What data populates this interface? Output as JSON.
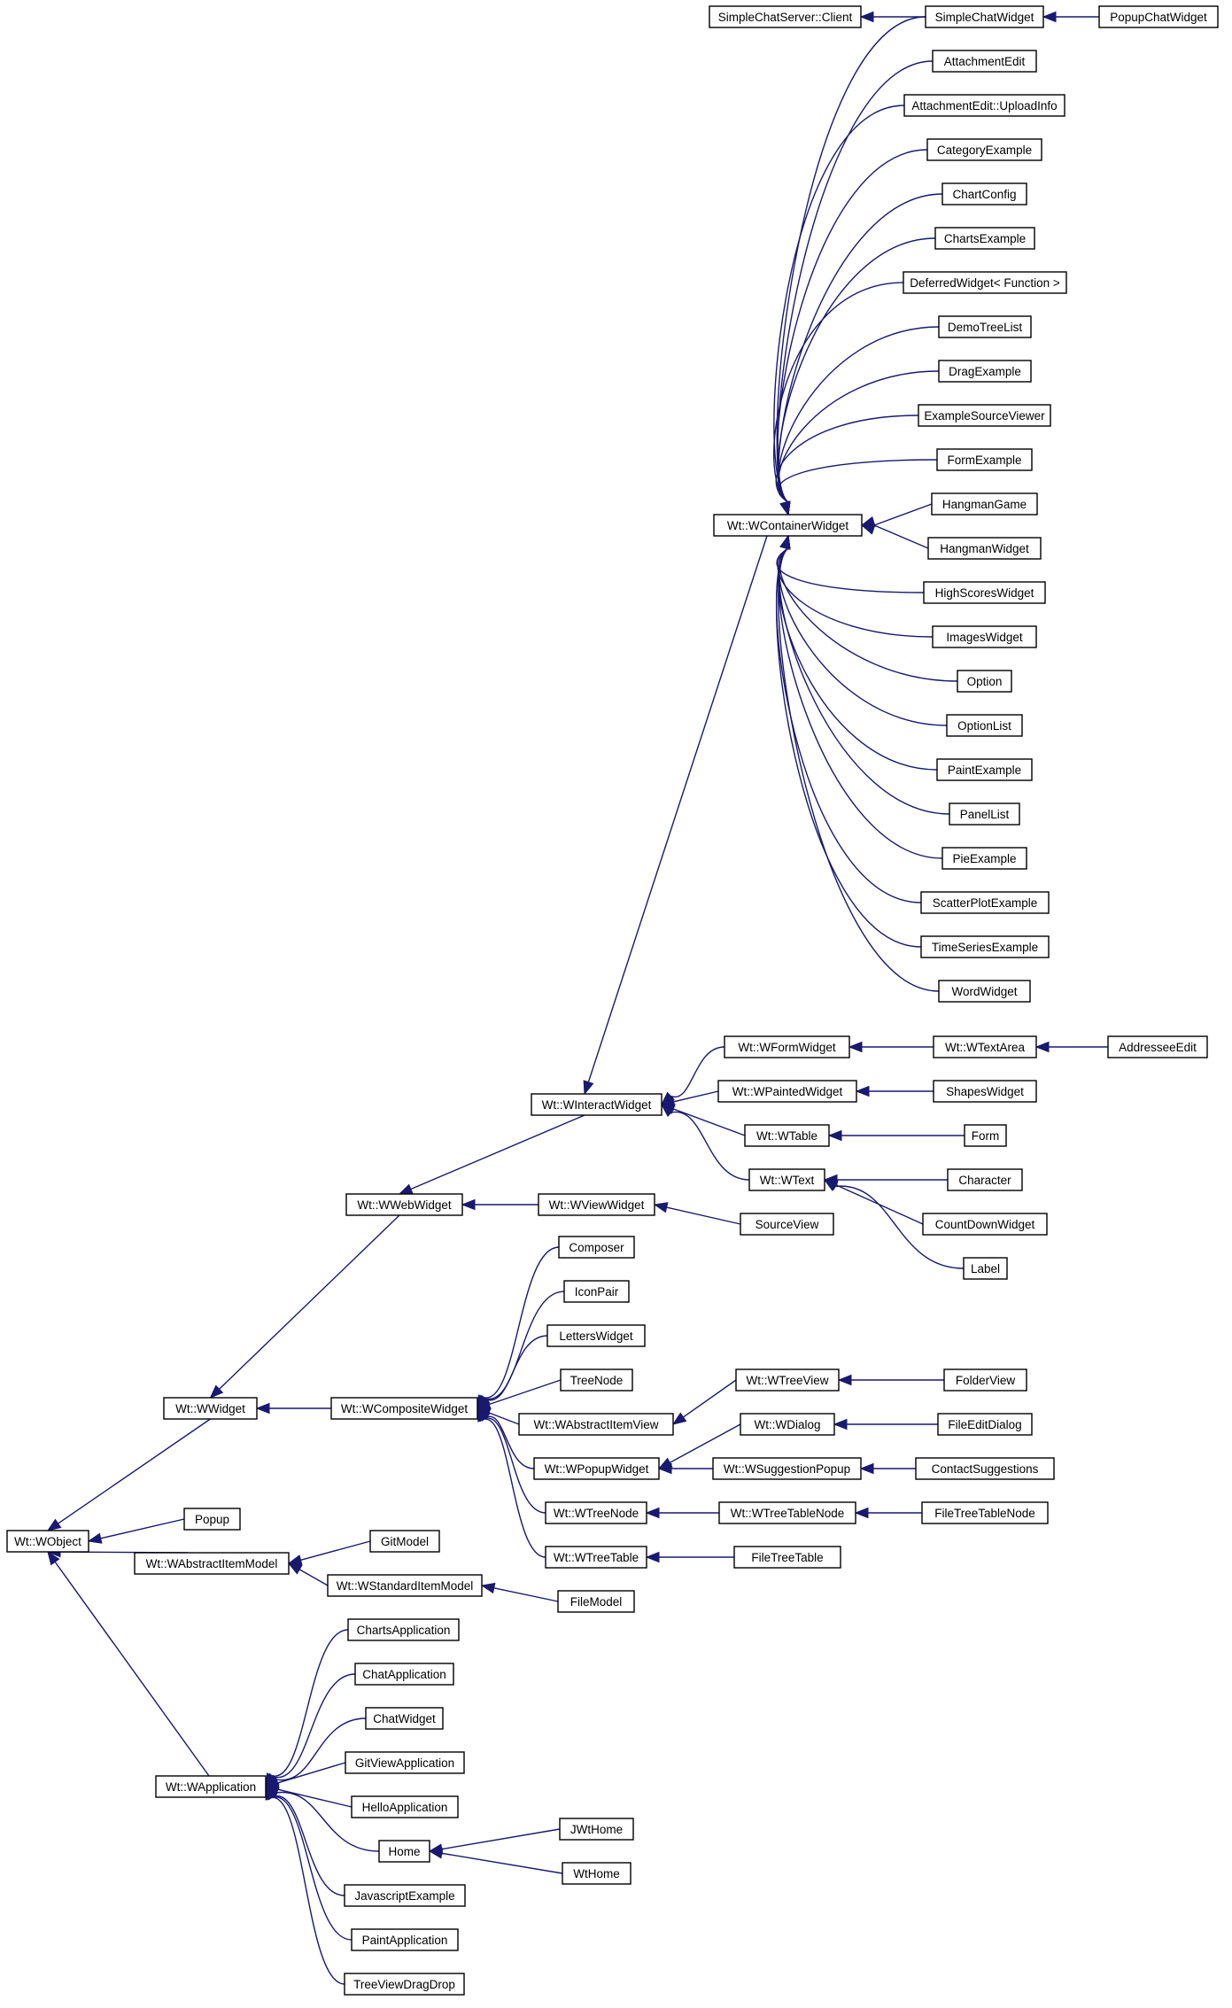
{
  "diagram": {
    "type": "class inheritance graph",
    "colors": {
      "edge": "#191970",
      "node_border": "#000000",
      "node_fill": "#ffffff",
      "text": "#000000"
    },
    "nodes": [
      {
        "id": "wobject",
        "label": "Wt::WObject"
      },
      {
        "id": "wwidget",
        "label": "Wt::WWidget"
      },
      {
        "id": "popup",
        "label": "Popup"
      },
      {
        "id": "wabstractitemmodel",
        "label": "Wt::WAbstractItemModel"
      },
      {
        "id": "wapplication",
        "label": "Wt::WApplication"
      },
      {
        "id": "wwebwidget",
        "label": "Wt::WWebWidget"
      },
      {
        "id": "wcompositewidget",
        "label": "Wt::WCompositeWidget"
      },
      {
        "id": "gitmodel",
        "label": "GitModel"
      },
      {
        "id": "wstandarditemmodel",
        "label": "Wt::WStandardItemModel"
      },
      {
        "id": "chartsapplication",
        "label": "ChartsApplication"
      },
      {
        "id": "chatapplication",
        "label": "ChatApplication"
      },
      {
        "id": "chatwidget",
        "label": "ChatWidget"
      },
      {
        "id": "gitviewapplication",
        "label": "GitViewApplication"
      },
      {
        "id": "helloapplication",
        "label": "HelloApplication"
      },
      {
        "id": "home",
        "label": "Home"
      },
      {
        "id": "javascriptexample",
        "label": "JavascriptExample"
      },
      {
        "id": "paintapplication",
        "label": "PaintApplication"
      },
      {
        "id": "treeviewdragdrop",
        "label": "TreeViewDragDrop"
      },
      {
        "id": "winteractwidget",
        "label": "Wt::WInteractWidget"
      },
      {
        "id": "wviewwidget",
        "label": "Wt::WViewWidget"
      },
      {
        "id": "composer",
        "label": "Composer"
      },
      {
        "id": "iconpair",
        "label": "IconPair"
      },
      {
        "id": "letterswidget",
        "label": "LettersWidget"
      },
      {
        "id": "treenode",
        "label": "TreeNode"
      },
      {
        "id": "wabstractitemview",
        "label": "Wt::WAbstractItemView"
      },
      {
        "id": "wpopupwidget",
        "label": "Wt::WPopupWidget"
      },
      {
        "id": "wtreenode",
        "label": "Wt::WTreeNode"
      },
      {
        "id": "wtreetable",
        "label": "Wt::WTreeTable"
      },
      {
        "id": "filemodel",
        "label": "FileModel"
      },
      {
        "id": "jwthome",
        "label": "JWtHome"
      },
      {
        "id": "wthome",
        "label": "WtHome"
      },
      {
        "id": "wcontainerwidget",
        "label": "Wt::WContainerWidget"
      },
      {
        "id": "wformwidget",
        "label": "Wt::WFormWidget"
      },
      {
        "id": "wpaintedwidget",
        "label": "Wt::WPaintedWidget"
      },
      {
        "id": "wtable",
        "label": "Wt::WTable"
      },
      {
        "id": "wtext",
        "label": "Wt::WText"
      },
      {
        "id": "sourceview",
        "label": "SourceView"
      },
      {
        "id": "wtreeview",
        "label": "Wt::WTreeView"
      },
      {
        "id": "wdialog",
        "label": "Wt::WDialog"
      },
      {
        "id": "wsuggestionpopup",
        "label": "Wt::WSuggestionPopup"
      },
      {
        "id": "wtreetablenode",
        "label": "Wt::WTreeTableNode"
      },
      {
        "id": "filetreetable",
        "label": "FileTreeTable"
      },
      {
        "id": "simplechatserverclient",
        "label": "SimpleChatServer::Client"
      },
      {
        "id": "simplechatwidget",
        "label": "SimpleChatWidget"
      },
      {
        "id": "attachmentedit",
        "label": "AttachmentEdit"
      },
      {
        "id": "attachmentedituploadinfo",
        "label": "AttachmentEdit::UploadInfo"
      },
      {
        "id": "categoryexample",
        "label": "CategoryExample"
      },
      {
        "id": "chartconfig",
        "label": "ChartConfig"
      },
      {
        "id": "chartsexample",
        "label": "ChartsExample"
      },
      {
        "id": "deferredwidget",
        "label": "DeferredWidget< Function >"
      },
      {
        "id": "demotreelist",
        "label": "DemoTreeList"
      },
      {
        "id": "dragexample",
        "label": "DragExample"
      },
      {
        "id": "examplesourceviewer",
        "label": "ExampleSourceViewer"
      },
      {
        "id": "formexample",
        "label": "FormExample"
      },
      {
        "id": "hangmangame",
        "label": "HangmanGame"
      },
      {
        "id": "hangmanwidget",
        "label": "HangmanWidget"
      },
      {
        "id": "highscoreswidget",
        "label": "HighScoresWidget"
      },
      {
        "id": "imageswidget",
        "label": "ImagesWidget"
      },
      {
        "id": "option",
        "label": "Option"
      },
      {
        "id": "optionlist",
        "label": "OptionList"
      },
      {
        "id": "paintexample",
        "label": "PaintExample"
      },
      {
        "id": "panellist",
        "label": "PanelList"
      },
      {
        "id": "pieexample",
        "label": "PieExample"
      },
      {
        "id": "scatterplotexample",
        "label": "ScatterPlotExample"
      },
      {
        "id": "timeseriesexample",
        "label": "TimeSeriesExample"
      },
      {
        "id": "wordwidget",
        "label": "WordWidget"
      },
      {
        "id": "wtextarea",
        "label": "Wt::WTextArea"
      },
      {
        "id": "shapeswidget",
        "label": "ShapesWidget"
      },
      {
        "id": "form",
        "label": "Form"
      },
      {
        "id": "character",
        "label": "Character"
      },
      {
        "id": "countdownwidget",
        "label": "CountDownWidget"
      },
      {
        "id": "label",
        "label": "Label"
      },
      {
        "id": "folderview",
        "label": "FolderView"
      },
      {
        "id": "fileeditdialog",
        "label": "FileEditDialog"
      },
      {
        "id": "contactsuggestions",
        "label": "ContactSuggestions"
      },
      {
        "id": "filetreetablenode",
        "label": "FileTreeTableNode"
      },
      {
        "id": "popupchatwidget",
        "label": "PopupChatWidget"
      },
      {
        "id": "addresseeedit",
        "label": "AddresseeEdit"
      }
    ],
    "edges": [
      {
        "from": "wwidget",
        "to": "wobject"
      },
      {
        "from": "popup",
        "to": "wobject"
      },
      {
        "from": "wabstractitemmodel",
        "to": "wobject"
      },
      {
        "from": "wapplication",
        "to": "wobject"
      },
      {
        "from": "wwebwidget",
        "to": "wwidget"
      },
      {
        "from": "wcompositewidget",
        "to": "wwidget"
      },
      {
        "from": "gitmodel",
        "to": "wabstractitemmodel"
      },
      {
        "from": "wstandarditemmodel",
        "to": "wabstractitemmodel"
      },
      {
        "from": "filemodel",
        "to": "wstandarditemmodel"
      },
      {
        "from": "chartsapplication",
        "to": "wapplication"
      },
      {
        "from": "chatapplication",
        "to": "wapplication"
      },
      {
        "from": "chatwidget",
        "to": "wapplication"
      },
      {
        "from": "gitviewapplication",
        "to": "wapplication"
      },
      {
        "from": "helloapplication",
        "to": "wapplication"
      },
      {
        "from": "home",
        "to": "wapplication"
      },
      {
        "from": "javascriptexample",
        "to": "wapplication"
      },
      {
        "from": "paintapplication",
        "to": "wapplication"
      },
      {
        "from": "treeviewdragdrop",
        "to": "wapplication"
      },
      {
        "from": "jwthome",
        "to": "home"
      },
      {
        "from": "wthome",
        "to": "home"
      },
      {
        "from": "winteractwidget",
        "to": "wwebwidget"
      },
      {
        "from": "wviewwidget",
        "to": "wwebwidget"
      },
      {
        "from": "sourceview",
        "to": "wviewwidget"
      },
      {
        "from": "composer",
        "to": "wcompositewidget"
      },
      {
        "from": "iconpair",
        "to": "wcompositewidget"
      },
      {
        "from": "letterswidget",
        "to": "wcompositewidget"
      },
      {
        "from": "treenode",
        "to": "wcompositewidget"
      },
      {
        "from": "wabstractitemview",
        "to": "wcompositewidget"
      },
      {
        "from": "wpopupwidget",
        "to": "wcompositewidget"
      },
      {
        "from": "wtreenode",
        "to": "wcompositewidget"
      },
      {
        "from": "wtreetable",
        "to": "wcompositewidget"
      },
      {
        "from": "wtreeview",
        "to": "wabstractitemview"
      },
      {
        "from": "folderview",
        "to": "wtreeview"
      },
      {
        "from": "wdialog",
        "to": "wpopupwidget"
      },
      {
        "from": "wsuggestionpopup",
        "to": "wpopupwidget"
      },
      {
        "from": "fileeditdialog",
        "to": "wdialog"
      },
      {
        "from": "contactsuggestions",
        "to": "wsuggestionpopup"
      },
      {
        "from": "wtreetablenode",
        "to": "wtreenode"
      },
      {
        "from": "filetreetablenode",
        "to": "wtreetablenode"
      },
      {
        "from": "filetreetable",
        "to": "wtreetable"
      },
      {
        "from": "wcontainerwidget",
        "to": "winteractwidget"
      },
      {
        "from": "wformwidget",
        "to": "winteractwidget"
      },
      {
        "from": "wpaintedwidget",
        "to": "winteractwidget"
      },
      {
        "from": "wtable",
        "to": "winteractwidget"
      },
      {
        "from": "wtext",
        "to": "winteractwidget"
      },
      {
        "from": "wtextarea",
        "to": "wformwidget"
      },
      {
        "from": "addresseeedit",
        "to": "wtextarea"
      },
      {
        "from": "shapeswidget",
        "to": "wpaintedwidget"
      },
      {
        "from": "form",
        "to": "wtable"
      },
      {
        "from": "character",
        "to": "wtext"
      },
      {
        "from": "countdownwidget",
        "to": "wtext"
      },
      {
        "from": "label",
        "to": "wtext"
      },
      {
        "from": "simplechatwidget",
        "to": "simplechatserverclient"
      },
      {
        "from": "popupchatwidget",
        "to": "simplechatwidget"
      },
      {
        "from": "simplechatwidget",
        "to": "wcontainerwidget"
      },
      {
        "from": "attachmentedit",
        "to": "wcontainerwidget"
      },
      {
        "from": "attachmentedituploadinfo",
        "to": "wcontainerwidget"
      },
      {
        "from": "categoryexample",
        "to": "wcontainerwidget"
      },
      {
        "from": "chartconfig",
        "to": "wcontainerwidget"
      },
      {
        "from": "chartsexample",
        "to": "wcontainerwidget"
      },
      {
        "from": "deferredwidget",
        "to": "wcontainerwidget"
      },
      {
        "from": "demotreelist",
        "to": "wcontainerwidget"
      },
      {
        "from": "dragexample",
        "to": "wcontainerwidget"
      },
      {
        "from": "examplesourceviewer",
        "to": "wcontainerwidget"
      },
      {
        "from": "formexample",
        "to": "wcontainerwidget"
      },
      {
        "from": "hangmangame",
        "to": "wcontainerwidget"
      },
      {
        "from": "hangmanwidget",
        "to": "wcontainerwidget"
      },
      {
        "from": "highscoreswidget",
        "to": "wcontainerwidget"
      },
      {
        "from": "imageswidget",
        "to": "wcontainerwidget"
      },
      {
        "from": "option",
        "to": "wcontainerwidget"
      },
      {
        "from": "optionlist",
        "to": "wcontainerwidget"
      },
      {
        "from": "paintexample",
        "to": "wcontainerwidget"
      },
      {
        "from": "panellist",
        "to": "wcontainerwidget"
      },
      {
        "from": "pieexample",
        "to": "wcontainerwidget"
      },
      {
        "from": "scatterplotexample",
        "to": "wcontainerwidget"
      },
      {
        "from": "timeseriesexample",
        "to": "wcontainerwidget"
      },
      {
        "from": "wordwidget",
        "to": "wcontainerwidget"
      }
    ]
  }
}
